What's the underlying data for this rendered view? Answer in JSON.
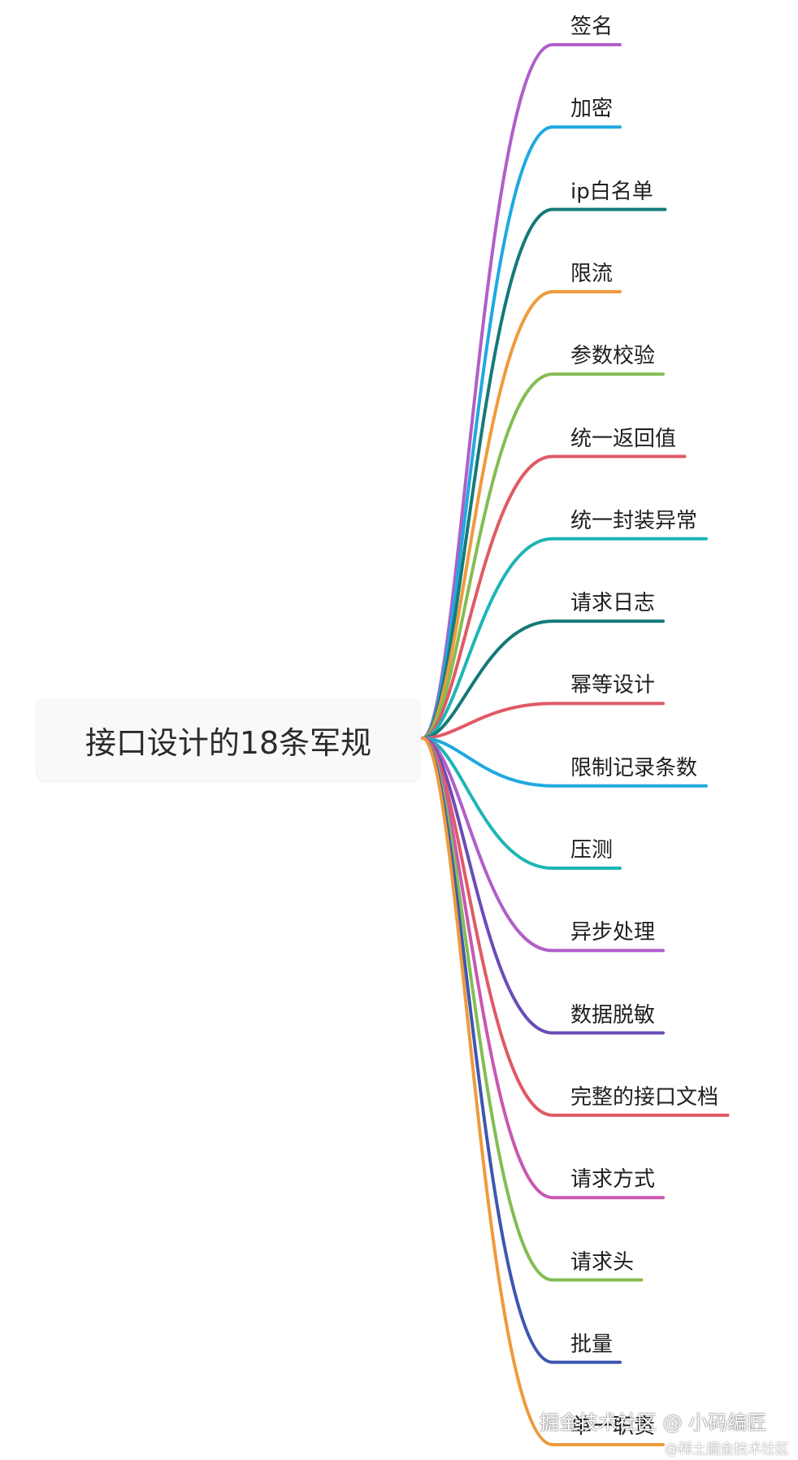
{
  "root": {
    "label": "接口设计的18条军规"
  },
  "branches": [
    {
      "label": "签名",
      "color": "#b05fc8"
    },
    {
      "label": "加密",
      "color": "#1fa9e0"
    },
    {
      "label": "ip白名单",
      "color": "#157a78"
    },
    {
      "label": "限流",
      "color": "#ee9b3d"
    },
    {
      "label": "参数校验",
      "color": "#83bd54"
    },
    {
      "label": "统一返回值",
      "color": "#e05a66"
    },
    {
      "label": "统一封装异常",
      "color": "#1eb5b5"
    },
    {
      "label": "请求日志",
      "color": "#157a78"
    },
    {
      "label": "幂等设计",
      "color": "#e05a66"
    },
    {
      "label": "限制记录条数",
      "color": "#1fa9e0"
    },
    {
      "label": "压测",
      "color": "#1eb5b5"
    },
    {
      "label": "异步处理",
      "color": "#b05fc8"
    },
    {
      "label": "数据脱敏",
      "color": "#6a4cb8"
    },
    {
      "label": "完整的接口文档",
      "color": "#e05a66"
    },
    {
      "label": "请求方式",
      "color": "#c858b0"
    },
    {
      "label": "请求头",
      "color": "#83bd54"
    },
    {
      "label": "批量",
      "color": "#3f57b0"
    },
    {
      "label": "单一职责",
      "color": "#ee9b3d"
    }
  ],
  "watermark": {
    "main": "掘金技术社区 @ 小码编匠",
    "sub": "@稀土掘金技术社区"
  }
}
